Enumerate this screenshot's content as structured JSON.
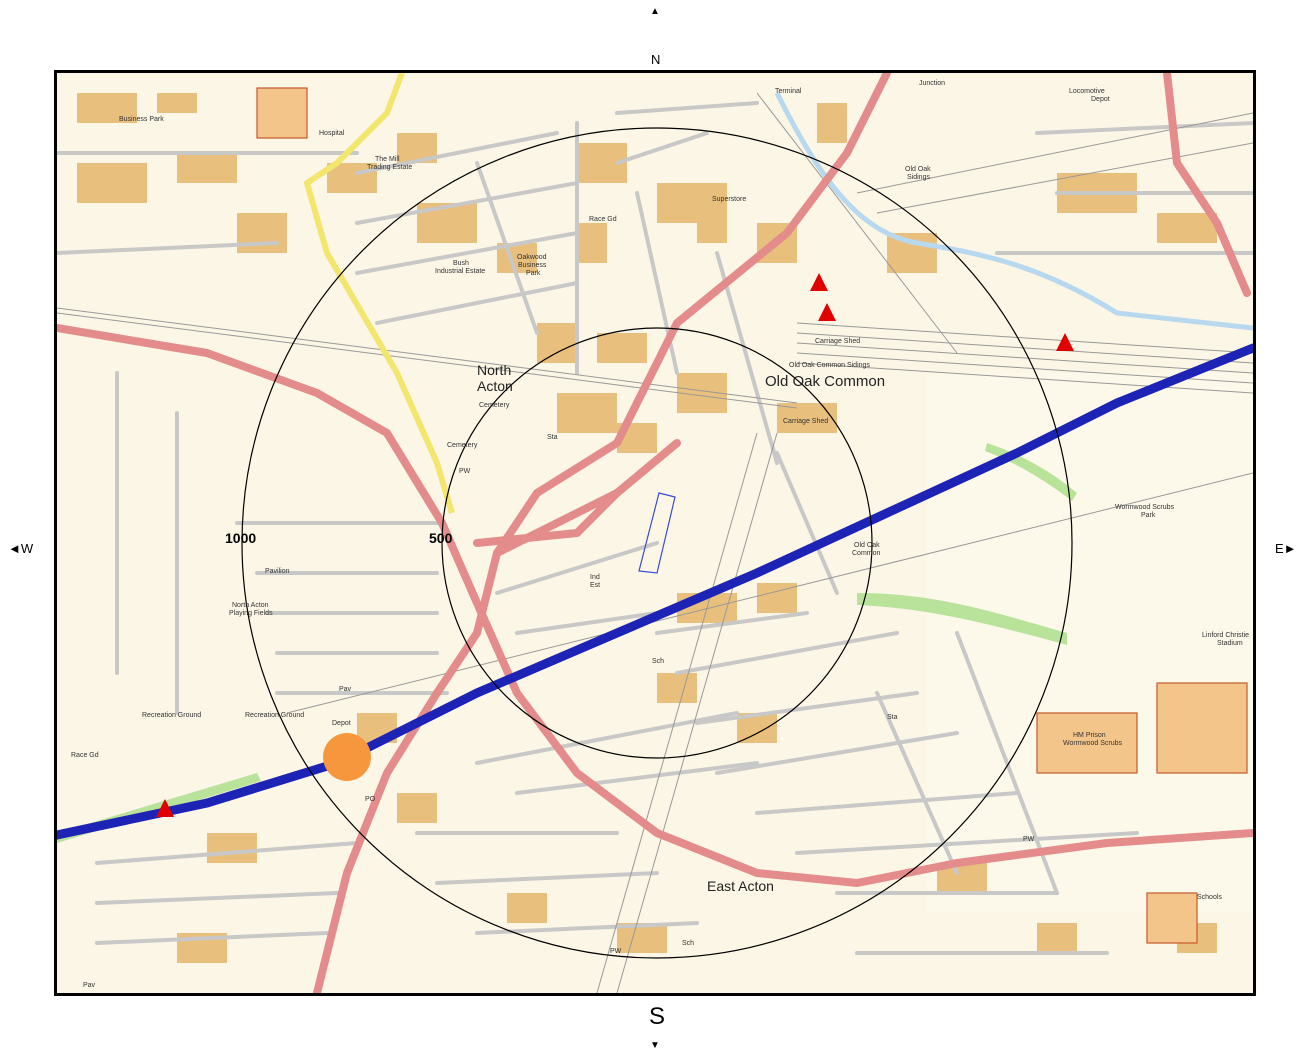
{
  "compass": {
    "north_arrow": "▲",
    "north": "N",
    "south": "S",
    "south_arrow": "▼",
    "west": "◄W",
    "east": "E►"
  },
  "map": {
    "ring_labels": [
      "500",
      "1000"
    ],
    "place_labels": {
      "north_acton": [
        "North",
        "Acton"
      ],
      "old_oak_common": "Old Oak Common",
      "east_acton": "East Acton",
      "business_park": "Business Park",
      "hospital": "Hospital",
      "mill_trading": [
        "The Mill",
        "Trading Estate"
      ],
      "bush_ind": [
        "Bush",
        "Industrial Estate"
      ],
      "oakwood": [
        "Oakwood",
        "Business",
        "Park"
      ],
      "terminal": "Terminal",
      "junction": "Junction",
      "loco_depot": [
        "Locomotive",
        "Depot"
      ],
      "superstore": "Superstore",
      "old_oak_sidings": [
        "Old Oak",
        "Sidings"
      ],
      "carriage_shed": "Carriage Shed",
      "old_oak_common_sidings": "Old Oak Common Sidings",
      "wormwood_scrubs_park": [
        "Wormwood Scrubs",
        "Park"
      ],
      "linford_christie": [
        "Linford Christie",
        "Stadium"
      ],
      "hm_prison": [
        "HM Prison",
        "Wormwood Scrubs"
      ],
      "old_oak_common_small": [
        "Old Oak",
        "Common"
      ],
      "schools": "Schools",
      "north_acton_playing": [
        "North Acton",
        "Playing Fields"
      ],
      "recreation_ground": "Recreation Ground",
      "pavilion": "Pavilion",
      "depot": "Depot",
      "cemetery": "Cemetery",
      "race_gd": "Race Gd",
      "ind_est": [
        "Ind",
        "Est"
      ],
      "pav": "Pav",
      "pw": "PW",
      "po": "PO",
      "sch": "Sch",
      "sta": "Sta"
    }
  }
}
